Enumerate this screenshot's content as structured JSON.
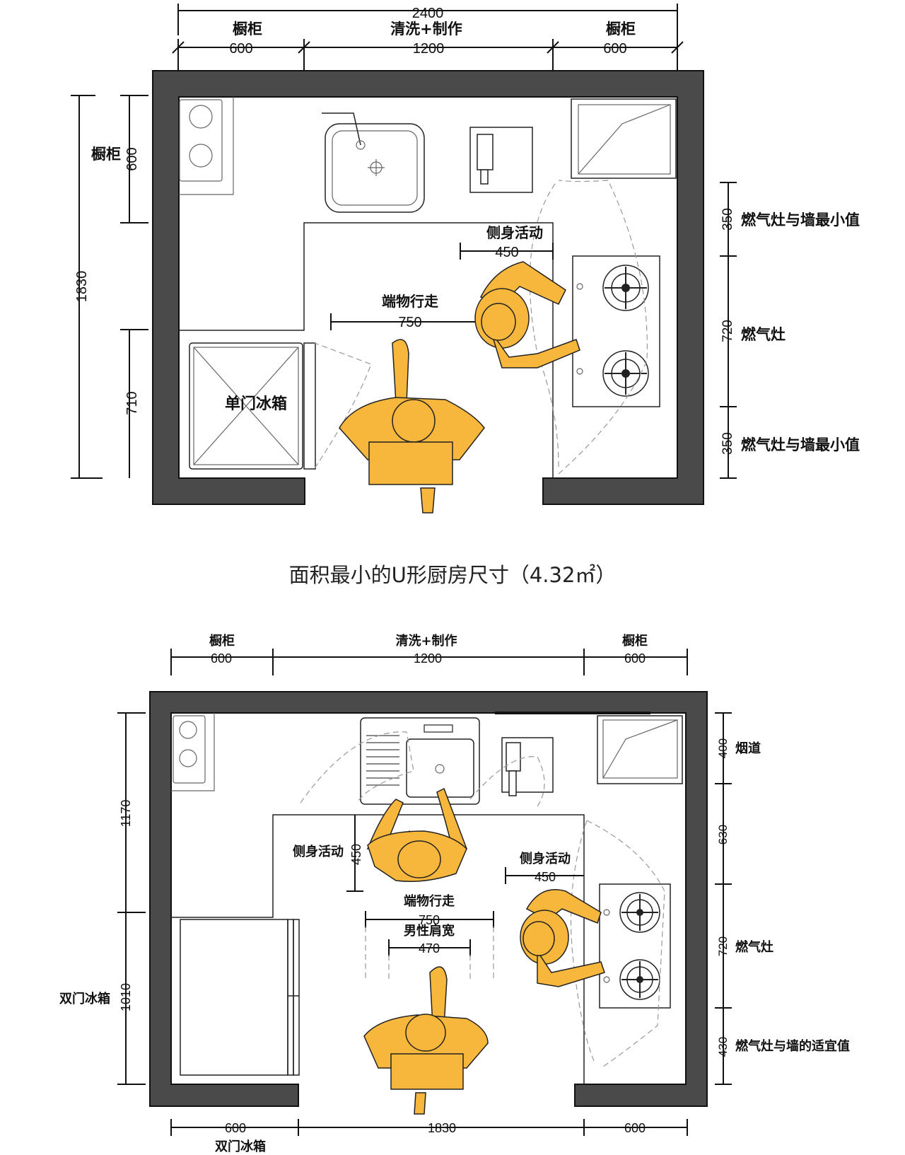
{
  "plan1": {
    "top_dims": {
      "total": "2400",
      "left_label": "橱柜",
      "left_val": "600",
      "mid_label": "清洗+制作",
      "mid_val": "1200",
      "right_label": "橱柜",
      "right_val": "600"
    },
    "left_dims": {
      "total": "1830",
      "cabinet_label": "橱柜",
      "cabinet_val": "600",
      "fridge_val": "710"
    },
    "right_dims": {
      "top_val": "350",
      "top_label": "燃气灶与墙最小值",
      "mid_val": "720",
      "mid_label": "燃气灶",
      "bot_val": "350",
      "bot_label": "燃气灶与墙最小值"
    },
    "fridge_label": "单门冰箱",
    "side_label": "侧身活动",
    "side_val": "450",
    "walk_label": "端物行走",
    "walk_val": "750"
  },
  "caption": "面积最小的U形厨房尺寸（4.32㎡）",
  "plan2": {
    "top_dims": {
      "left_label": "橱柜",
      "left_val": "600",
      "mid_label": "清洗+制作",
      "mid_val": "1200",
      "right_label": "橱柜",
      "right_val": "600"
    },
    "left_dims": {
      "top_val": "1170",
      "bot_val": "1010",
      "fridge_label": "双门冰箱"
    },
    "right_dims": {
      "v1": "400",
      "l1": "烟道",
      "v2": "630",
      "v3": "720",
      "l3": "燃气灶",
      "v4": "430",
      "l4": "燃气灶与墙的适宜值"
    },
    "side1_label": "侧身活动",
    "side1_val": "450",
    "side2_label": "侧身活动",
    "side2_val": "450",
    "walk_label": "端物行走",
    "walk_val": "750",
    "shoulder_label": "男性肩宽",
    "shoulder_val": "470",
    "bottom_dims": {
      "left_val": "600",
      "left_label": "双门冰箱",
      "mid_val": "1830",
      "right_val": "600"
    }
  }
}
